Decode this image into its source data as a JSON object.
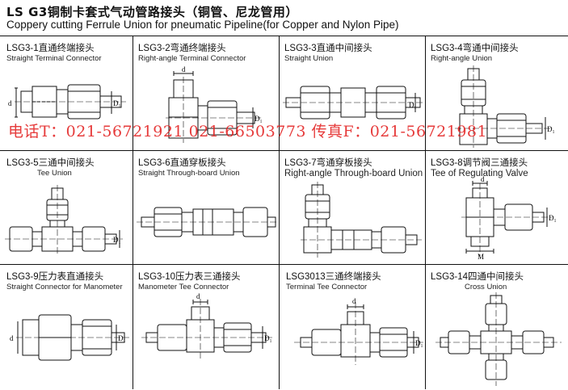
{
  "header": {
    "title_cn": "LS G3铜制卡套式气动管路接头（铜管、尼龙管用）",
    "title_en": "Coppery cutting Ferrule Union for pneumatic Pipeline(for Copper and Nylon Pipe)"
  },
  "watermark": "电话T：021-56721921  021-66503773  传真F：021-56721981",
  "cells": [
    {
      "code": "LSG3-1直通终端接头",
      "sub": "Straight Terminal Connector"
    },
    {
      "code": "LSG3-2弯通终端接头",
      "sub": "Right-angle Terminal Connector"
    },
    {
      "code": "LSG3-3直通中间接头",
      "sub": "Straight Union"
    },
    {
      "code": "LSG3-4弯通中间接头",
      "sub": "Right-angle Union"
    },
    {
      "code": "LSG3-5三通中间接头",
      "sub": "Tee Union"
    },
    {
      "code": "LSG3-6直通穿板接头",
      "sub": "Straight Through-board Union"
    },
    {
      "code": "LSG3-7弯通穿板接头",
      "sub": "Right-angle Through-board Union"
    },
    {
      "code": "LSG3-8调节阀三通接头",
      "sub": "Tee of Regulating Valve"
    },
    {
      "code": "LSG3-9压力表直通接头",
      "sub": "Straight Connector for Manometer"
    },
    {
      "code": "LSG3-10压力表三通接头",
      "sub": "Manometer Tee Connector"
    },
    {
      "code": "LSG3013三通终端接头",
      "sub": "Terminal Tee Connector"
    },
    {
      "code": "LSG3-14四通中间接头",
      "sub": "Cross Union"
    }
  ],
  "dims": {
    "d": "d",
    "D": "D₁",
    "M": "M"
  }
}
